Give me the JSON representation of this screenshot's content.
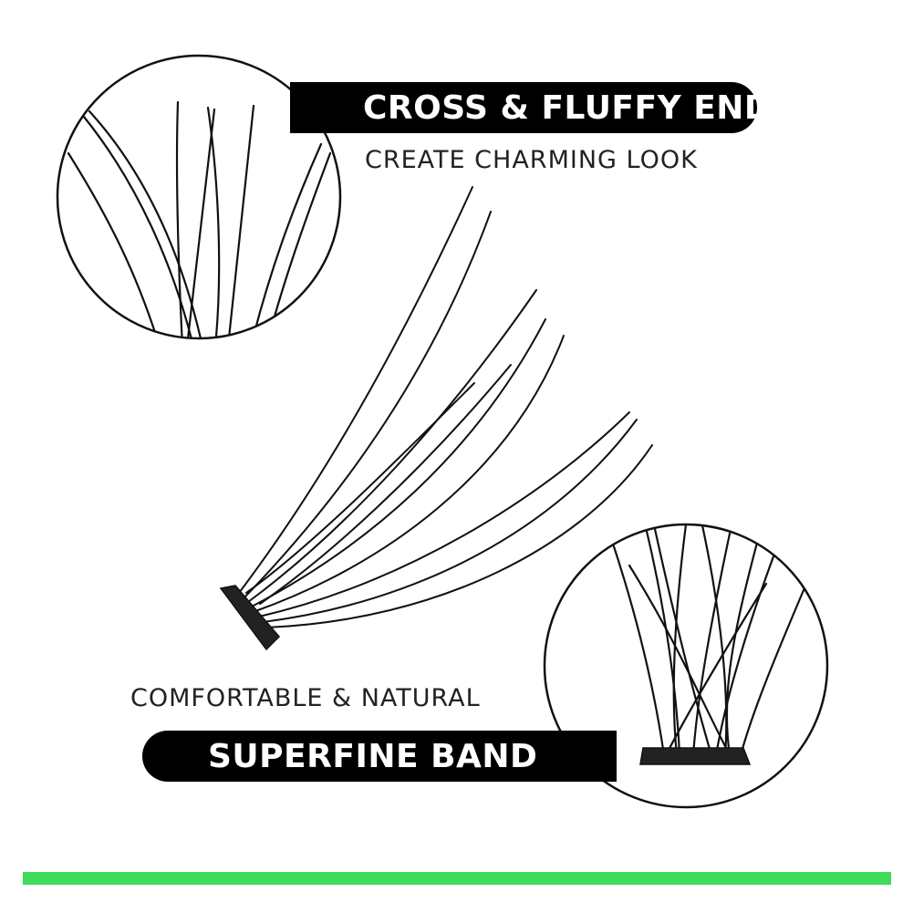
{
  "headline_top": "CROSS & FLUFFY END",
  "subline_top": "CREATE CHARMING LOOK",
  "subline_bottom": "COMFORTABLE & NATURAL",
  "headline_bottom": "SUPERFINE BAND",
  "colors": {
    "accent_bar": "#3fdc5b",
    "pill_background": "#000000",
    "pill_text": "#ffffff",
    "lash_stroke": "#111111"
  }
}
